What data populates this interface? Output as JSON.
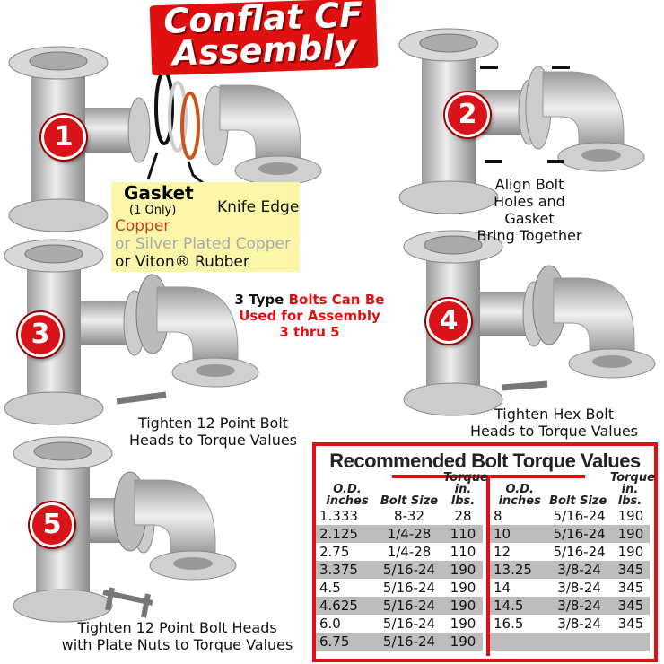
{
  "title": {
    "line1": "Conflat CF",
    "line2": "Assembly"
  },
  "steps": [
    "1",
    "2",
    "3",
    "4",
    "5"
  ],
  "gasket": {
    "title": "Gasket",
    "subtitle": "(1 Only)",
    "options": [
      "Copper",
      "or Silver Plated Copper",
      "or Viton® Rubber"
    ],
    "colors": [
      "#c8401a",
      "#a8a8b0",
      "#111111"
    ]
  },
  "knife_edge": "Knife Edge",
  "captions": {
    "step2": [
      "Align Bolt",
      "Holes and Gasket",
      "Bring Together"
    ],
    "step3": [
      "Tighten 12 Point Bolt",
      "Heads to Torque Values"
    ],
    "step4": [
      "Tighten Hex Bolt",
      "Heads to Torque Values"
    ],
    "step5": [
      "Tighten 12 Point Bolt Heads",
      "with Plate Nuts to Torque Values"
    ]
  },
  "bolts_note": {
    "prefix": "3 Type",
    "rest": "Bolts Can Be",
    "line2": "Used for Assembly",
    "line3": "3 thru 5"
  },
  "table": {
    "title": "Recommended Bolt Torque Values",
    "headers": {
      "od": [
        "O.D.",
        "inches"
      ],
      "bolt": "Bolt Size",
      "torque": [
        "Torque",
        "in. lbs."
      ]
    },
    "left": [
      [
        "1.333",
        "8-32",
        "28"
      ],
      [
        "2.125",
        "1/4-28",
        "110"
      ],
      [
        "2.75",
        "1/4-28",
        "110"
      ],
      [
        "3.375",
        "5/16-24",
        "190"
      ],
      [
        "4.5",
        "5/16-24",
        "190"
      ],
      [
        "4.625",
        "5/16-24",
        "190"
      ],
      [
        "6.0",
        "5/16-24",
        "190"
      ],
      [
        "6.75",
        "5/16-24",
        "190"
      ]
    ],
    "right": [
      [
        "8",
        "5/16-24",
        "190"
      ],
      [
        "10",
        "5/16-24",
        "190"
      ],
      [
        "12",
        "5/16-24",
        "190"
      ],
      [
        "13.25",
        "3/8-24",
        "345"
      ],
      [
        "14",
        "3/8-24",
        "345"
      ],
      [
        "14.5",
        "3/8-24",
        "345"
      ],
      [
        "16.5",
        "3/8-24",
        "345"
      ],
      [
        "",
        "",
        ""
      ]
    ]
  }
}
